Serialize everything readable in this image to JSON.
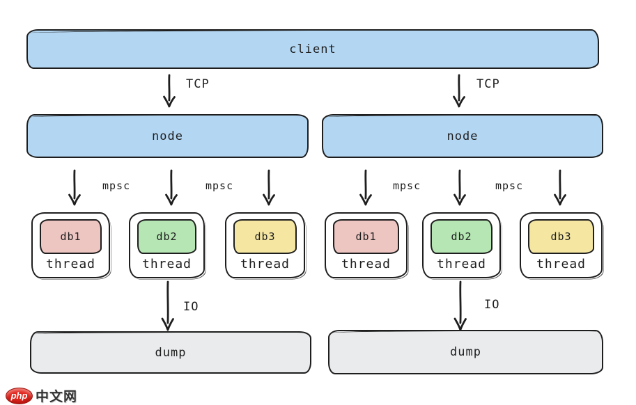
{
  "diagram": {
    "client": {
      "label": "client"
    },
    "columns": [
      {
        "tcp_label": "TCP",
        "node_label": "node",
        "mpsc_labels": [
          "mpsc",
          "mpsc"
        ],
        "threads": [
          {
            "db": "db1",
            "label": "thread"
          },
          {
            "db": "db2",
            "label": "thread"
          },
          {
            "db": "db3",
            "label": "thread"
          }
        ],
        "io_label": "IO",
        "dump_label": "dump"
      },
      {
        "tcp_label": "TCP",
        "node_label": "node",
        "mpsc_labels": [
          "mpsc",
          "mpsc"
        ],
        "threads": [
          {
            "db": "db1",
            "label": "thread"
          },
          {
            "db": "db2",
            "label": "thread"
          },
          {
            "db": "db3",
            "label": "thread"
          }
        ],
        "io_label": "IO",
        "dump_label": "dump"
      }
    ]
  },
  "colors": {
    "box_blue": "#b3d6f2",
    "db1_red": "#edc5c1",
    "db2_green": "#b5e6b3",
    "db3_yellow": "#f5e7a1",
    "dump_gray": "#e9ebed",
    "stroke": "#1e1e1e",
    "php_badge_red": "#e2251c"
  },
  "watermark": {
    "badge": "php",
    "text": "中文网"
  }
}
